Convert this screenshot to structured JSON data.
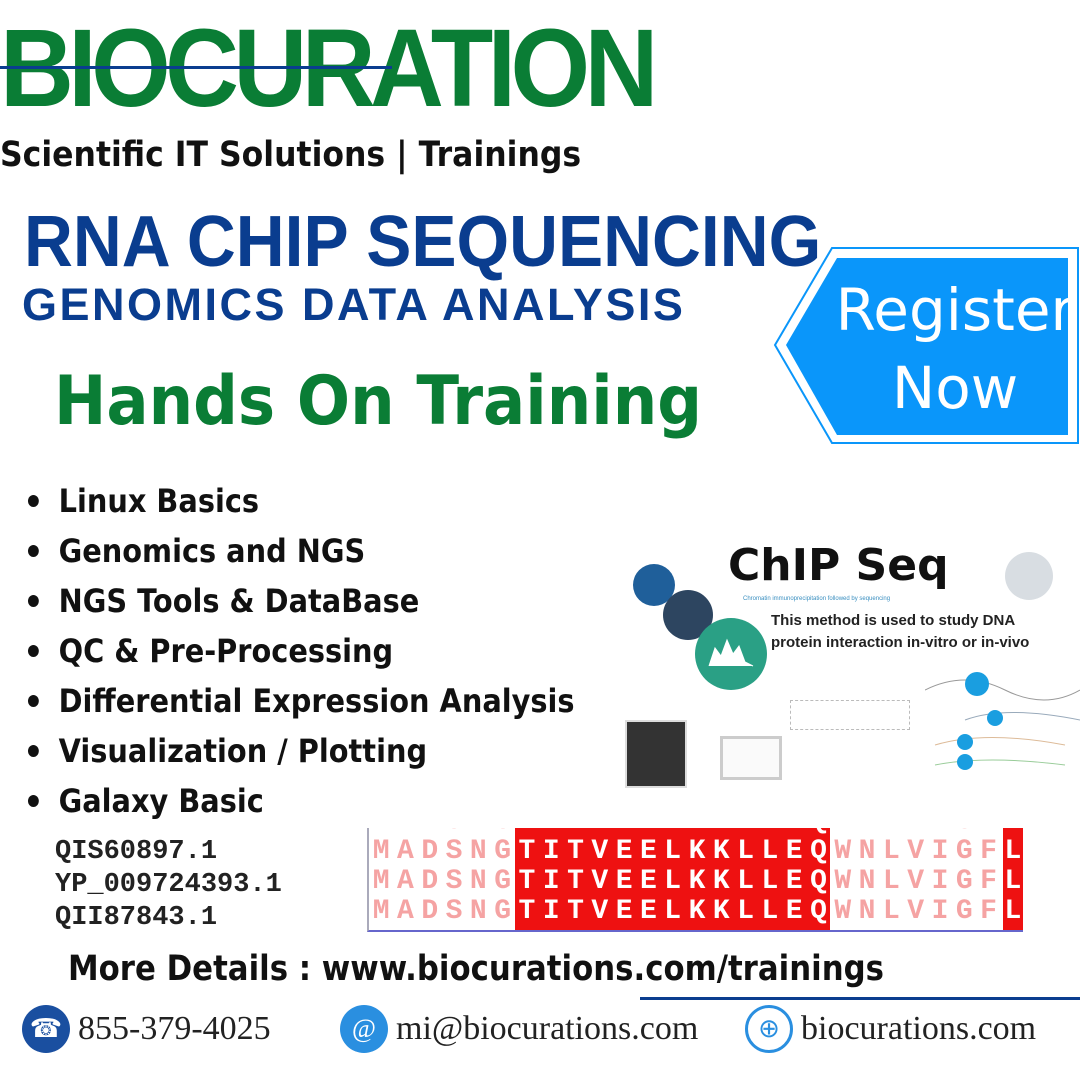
{
  "brand": {
    "name": "BIOCURATION",
    "tagline": "Scientific IT Solutions | Trainings"
  },
  "course": {
    "title": "RNA CHIP SEQUENCING",
    "subtitle": "GENOMICS DATA ANALYSIS",
    "mode": "Hands On Training"
  },
  "register": {
    "line1": "Register",
    "line2": "Now"
  },
  "topics": [
    "Linux Basics",
    "Genomics and NGS",
    "NGS Tools & DataBase",
    "QC & Pre-Processing",
    "Differential Expression Analysis",
    "Visualization / Plotting",
    "Galaxy Basic"
  ],
  "chip_image": {
    "title": "ChIP Seq",
    "caption": "Chromatin immunoprecipitation followed by sequencing",
    "description": "This method is used to study DNA protein interaction in-vitro or in-vivo"
  },
  "alignment": {
    "labels": [
      "QIS60897.1",
      "YP_009724393.1",
      "QII87843.1"
    ],
    "sequence": "MADSNGTITVEELKKLLEQWNLVIGFL"
  },
  "details": "More Details : www.biocurations.com/trainings",
  "contacts": {
    "phone": "855-379-4025",
    "email": "mi@biocurations.com",
    "website": "biocurations.com"
  },
  "colors": {
    "green": "#0a7d35",
    "navy": "#0a3d8f",
    "button": "#0a96fa",
    "highlight": "#ee1111"
  }
}
